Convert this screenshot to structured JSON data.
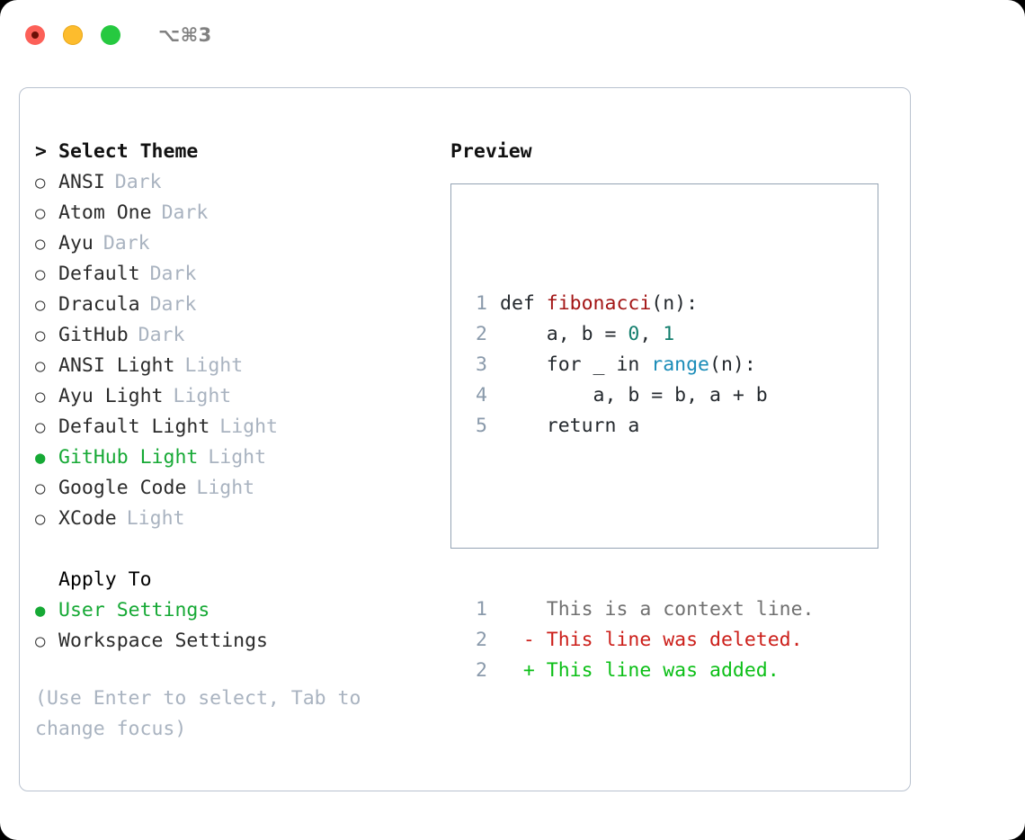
{
  "titlebar": {
    "shortcut": "⌥⌘3",
    "buttons": [
      {
        "name": "close-button",
        "color": "#fc6058"
      },
      {
        "name": "minimize-button",
        "color": "#fdbc2d"
      },
      {
        "name": "maximize-button",
        "color": "#26c940"
      }
    ]
  },
  "theme_section": {
    "header_caret": ">",
    "header": "Select Theme",
    "marker_selected": "●",
    "marker_unselected": "○",
    "options": [
      {
        "label": "ANSI",
        "tag": "Dark",
        "selected": false
      },
      {
        "label": "Atom One",
        "tag": "Dark",
        "selected": false
      },
      {
        "label": "Ayu",
        "tag": "Dark",
        "selected": false
      },
      {
        "label": "Default",
        "tag": "Dark",
        "selected": false
      },
      {
        "label": "Dracula",
        "tag": "Dark",
        "selected": false
      },
      {
        "label": "GitHub",
        "tag": "Dark",
        "selected": false
      },
      {
        "label": "ANSI Light",
        "tag": "Light",
        "selected": false
      },
      {
        "label": "Ayu Light",
        "tag": "Light",
        "selected": false
      },
      {
        "label": "Default Light",
        "tag": "Light",
        "selected": false
      },
      {
        "label": "GitHub Light",
        "tag": "Light",
        "selected": true
      },
      {
        "label": "Google Code",
        "tag": "Light",
        "selected": false
      },
      {
        "label": "XCode",
        "tag": "Light",
        "selected": false
      }
    ]
  },
  "apply_section": {
    "header": "Apply To",
    "options": [
      {
        "label": "User Settings",
        "selected": true
      },
      {
        "label": "Workspace Settings",
        "selected": false
      }
    ]
  },
  "hint": "(Use Enter to select, Tab to change focus)",
  "preview": {
    "title": "Preview",
    "code_lines": [
      {
        "num": "1",
        "tokens": [
          {
            "text": "def ",
            "type": "plain"
          },
          {
            "text": "fibonacci",
            "type": "fn"
          },
          {
            "text": "(n):",
            "type": "plain"
          }
        ]
      },
      {
        "num": "2",
        "tokens": [
          {
            "text": "    a, b = ",
            "type": "plain"
          },
          {
            "text": "0",
            "type": "num"
          },
          {
            "text": ", ",
            "type": "plain"
          },
          {
            "text": "1",
            "type": "num"
          }
        ]
      },
      {
        "num": "3",
        "tokens": [
          {
            "text": "    for _ in ",
            "type": "plain"
          },
          {
            "text": "range",
            "type": "call"
          },
          {
            "text": "(n):",
            "type": "plain"
          }
        ]
      },
      {
        "num": "4",
        "tokens": [
          {
            "text": "        a, b = b, a + b",
            "type": "plain"
          }
        ]
      },
      {
        "num": "5",
        "tokens": [
          {
            "text": "    return a",
            "type": "plain"
          }
        ]
      }
    ],
    "diff_lines": [
      {
        "num": "1",
        "sign": " ",
        "text": "This is a context line.",
        "type": "ctx"
      },
      {
        "num": "2",
        "sign": "-",
        "text": "This line was deleted.",
        "type": "del"
      },
      {
        "num": "2",
        "sign": "+",
        "text": "This line was added.",
        "type": "add"
      }
    ]
  },
  "colors": {
    "accent_green": "#16a935",
    "diff_add_green": "#0bbf16",
    "diff_del_red": "#cc1f1a",
    "function_red": "#a31515",
    "number_teal": "#137e6d",
    "call_blue": "#1a8cb8",
    "muted_tag": "#a9b3c0",
    "gutter": "#8a9aab",
    "panel_border": "#b9c2cf",
    "preview_border": "#94a3b4"
  }
}
